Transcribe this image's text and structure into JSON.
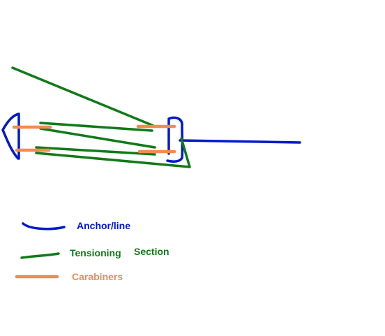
{
  "colors": {
    "anchor": "#0019cc",
    "tension": "#117a18",
    "carabiner": "#f08b52",
    "background": "#ffffff"
  },
  "legend": {
    "anchor_label": "Anchor/line",
    "tension_label_1": "Tensioning",
    "tension_label_2": "Section",
    "carabiner_label": "Carabiners"
  }
}
